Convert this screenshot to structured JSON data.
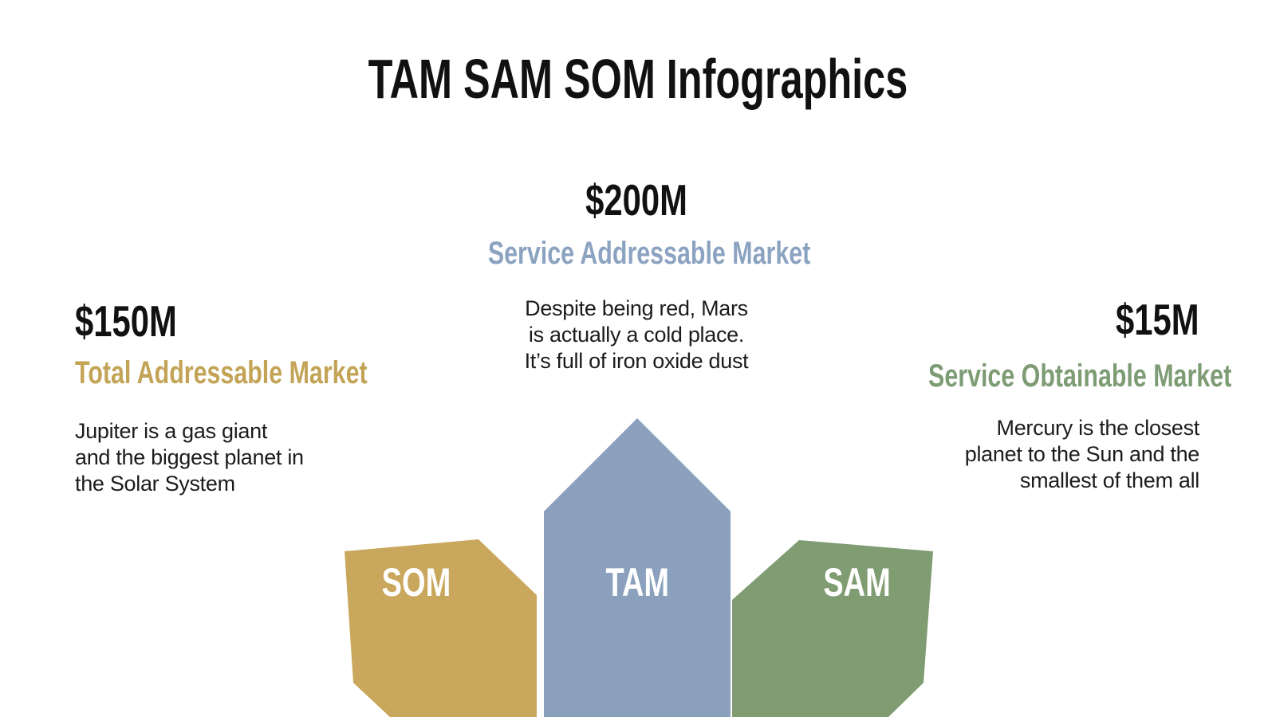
{
  "slide": {
    "title": "TAM SAM SOM Infographics",
    "background_color": "#FFFFFF",
    "text_color": "#111111"
  },
  "callouts": {
    "left": {
      "value": "$150M",
      "heading": "Total Addressable Market",
      "heading_color": "#C3A457",
      "description": "Jupiter is a gas giant\nand the biggest planet in\nthe Solar System"
    },
    "center": {
      "value": "$200M",
      "heading": "Service Addressable Market",
      "heading_color": "#8BA3C1",
      "description": "Despite being red, Mars\nis actually a cold place.\nIt’s full of iron oxide dust"
    },
    "right": {
      "value": "$15M",
      "heading": "Service Obtainable Market",
      "heading_color": "#7E9C74",
      "description": "Mercury is the closest\nplanet to the Sun and the\nsmallest of them all"
    }
  },
  "shapes": {
    "som": {
      "label": "SOM",
      "fill": "#C9A75C"
    },
    "tam": {
      "label": "TAM",
      "fill": "#8AA0BD"
    },
    "sam": {
      "label": "SAM",
      "fill": "#809C72"
    },
    "label_color": "#FFFFFF"
  }
}
